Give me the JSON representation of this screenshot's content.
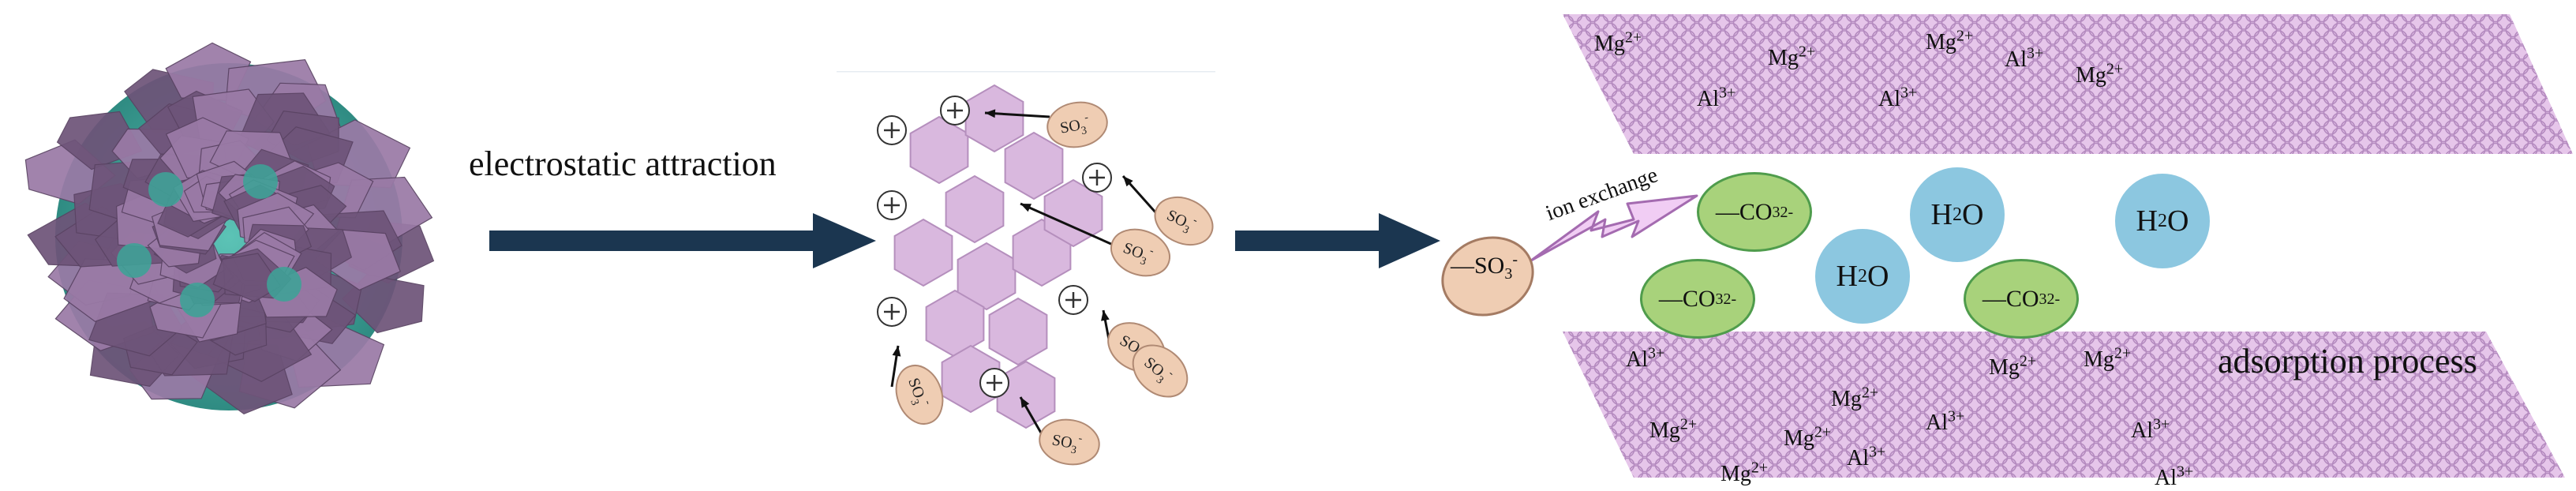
{
  "labels": {
    "electrostatic": "electrostatic attraction",
    "ion_exchange": "ion exchange",
    "adsorption": "adsorption process",
    "plus": "+",
    "so3_base": "SO",
    "so3_sub": "3",
    "so3_sup": "-",
    "so3_prefix": "—SO",
    "co3_base": "—CO",
    "co3_sub": "3",
    "co3_sup": "2-",
    "h2o_h": "H",
    "h2o_sub": "2",
    "h2o_o": "O",
    "mg": "Mg",
    "mg_charge": "2+",
    "al": "Al",
    "al_charge": "3+"
  },
  "colors": {
    "flower_petal": "#9a7aa6",
    "flower_dark": "#6e5479",
    "flower_core": "#3fa197",
    "hexagon": "#d9b8de",
    "sulfonate": "#efcdb3",
    "carbonate": "#a8d27b",
    "carbonate_border": "#4f9c4c",
    "water": "#8cc7e0",
    "layer": "#e6c6ea",
    "layer_line": "#b48abf",
    "arrow": "#1b3650",
    "exchange_arrow": "#e6b8ee"
  }
}
